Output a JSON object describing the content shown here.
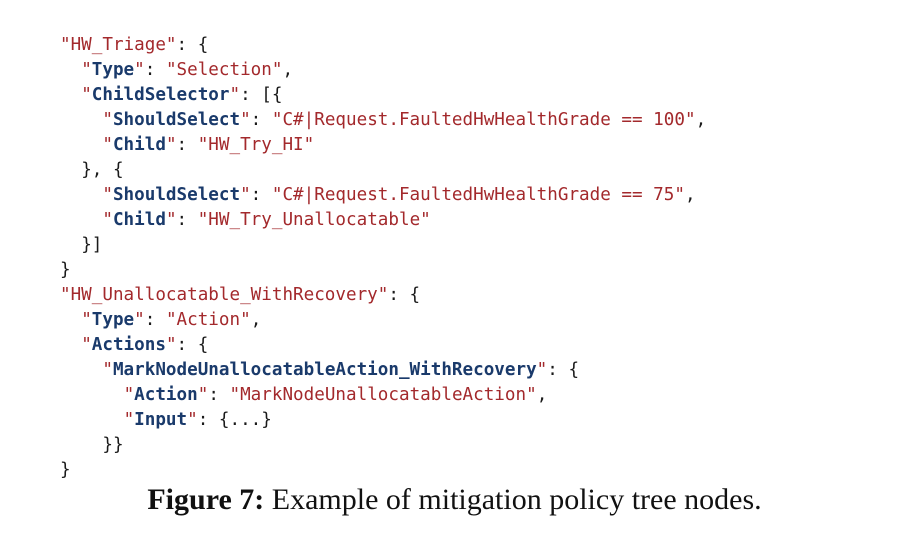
{
  "code_block": {
    "lines": [
      {
        "indent": "",
        "parts": [
          {
            "t": "s",
            "v": "\"HW_Triage\""
          },
          {
            "t": "p",
            "v": ": {"
          }
        ]
      },
      {
        "indent": "  ",
        "parts": [
          {
            "t": "s",
            "v": "\""
          },
          {
            "t": "k",
            "v": "Type"
          },
          {
            "t": "s",
            "v": "\""
          },
          {
            "t": "p",
            "v": ": "
          },
          {
            "t": "s",
            "v": "\"Selection\""
          },
          {
            "t": "p",
            "v": ","
          }
        ]
      },
      {
        "indent": "  ",
        "parts": [
          {
            "t": "s",
            "v": "\""
          },
          {
            "t": "k",
            "v": "ChildSelector"
          },
          {
            "t": "s",
            "v": "\""
          },
          {
            "t": "p",
            "v": ": [{"
          }
        ]
      },
      {
        "indent": "    ",
        "parts": [
          {
            "t": "s",
            "v": "\""
          },
          {
            "t": "k",
            "v": "ShouldSelect"
          },
          {
            "t": "s",
            "v": "\""
          },
          {
            "t": "p",
            "v": ": "
          },
          {
            "t": "s",
            "v": "\"C#|Request.FaultedHwHealthGrade == 100\""
          },
          {
            "t": "p",
            "v": ","
          }
        ]
      },
      {
        "indent": "    ",
        "parts": [
          {
            "t": "s",
            "v": "\""
          },
          {
            "t": "k",
            "v": "Child"
          },
          {
            "t": "s",
            "v": "\""
          },
          {
            "t": "p",
            "v": ": "
          },
          {
            "t": "s",
            "v": "\"HW_Try_HI\""
          }
        ]
      },
      {
        "indent": "  ",
        "parts": [
          {
            "t": "p",
            "v": "}, {"
          }
        ]
      },
      {
        "indent": "    ",
        "parts": [
          {
            "t": "s",
            "v": "\""
          },
          {
            "t": "k",
            "v": "ShouldSelect"
          },
          {
            "t": "s",
            "v": "\""
          },
          {
            "t": "p",
            "v": ": "
          },
          {
            "t": "s",
            "v": "\"C#|Request.FaultedHwHealthGrade == 75\""
          },
          {
            "t": "p",
            "v": ","
          }
        ]
      },
      {
        "indent": "    ",
        "parts": [
          {
            "t": "s",
            "v": "\""
          },
          {
            "t": "k",
            "v": "Child"
          },
          {
            "t": "s",
            "v": "\""
          },
          {
            "t": "p",
            "v": ": "
          },
          {
            "t": "s",
            "v": "\"HW_Try_Unallocatable\""
          }
        ]
      },
      {
        "indent": "  ",
        "parts": [
          {
            "t": "p",
            "v": "}]"
          }
        ]
      },
      {
        "indent": "",
        "parts": [
          {
            "t": "p",
            "v": "}"
          }
        ]
      },
      {
        "indent": "",
        "parts": [
          {
            "t": "s",
            "v": "\"HW_Unallocatable_WithRecovery\""
          },
          {
            "t": "p",
            "v": ": {"
          }
        ]
      },
      {
        "indent": "  ",
        "parts": [
          {
            "t": "s",
            "v": "\""
          },
          {
            "t": "k",
            "v": "Type"
          },
          {
            "t": "s",
            "v": "\""
          },
          {
            "t": "p",
            "v": ": "
          },
          {
            "t": "s",
            "v": "\"Action\""
          },
          {
            "t": "p",
            "v": ","
          }
        ]
      },
      {
        "indent": "  ",
        "parts": [
          {
            "t": "s",
            "v": "\""
          },
          {
            "t": "k",
            "v": "Actions"
          },
          {
            "t": "s",
            "v": "\""
          },
          {
            "t": "p",
            "v": ": {"
          }
        ]
      },
      {
        "indent": "    ",
        "parts": [
          {
            "t": "s",
            "v": "\""
          },
          {
            "t": "k",
            "v": "MarkNodeUnallocatableAction_WithRecovery"
          },
          {
            "t": "s",
            "v": "\""
          },
          {
            "t": "p",
            "v": ": {"
          }
        ]
      },
      {
        "indent": "      ",
        "parts": [
          {
            "t": "s",
            "v": "\""
          },
          {
            "t": "k",
            "v": "Action"
          },
          {
            "t": "s",
            "v": "\""
          },
          {
            "t": "p",
            "v": ": "
          },
          {
            "t": "s",
            "v": "\"MarkNodeUnallocatableAction\""
          },
          {
            "t": "p",
            "v": ","
          }
        ]
      },
      {
        "indent": "      ",
        "parts": [
          {
            "t": "s",
            "v": "\""
          },
          {
            "t": "k",
            "v": "Input"
          },
          {
            "t": "s",
            "v": "\""
          },
          {
            "t": "p",
            "v": ": {...}"
          }
        ]
      },
      {
        "indent": "    ",
        "parts": [
          {
            "t": "p",
            "v": "}}"
          }
        ]
      },
      {
        "indent": "",
        "parts": [
          {
            "t": "p",
            "v": "}"
          }
        ]
      }
    ]
  },
  "caption": {
    "label": "Figure 7:",
    "text": " Example of mitigation policy tree nodes."
  },
  "colors": {
    "key": "#1a3a6b",
    "string": "#a3292c",
    "punctuation": "#1a1a1a"
  }
}
